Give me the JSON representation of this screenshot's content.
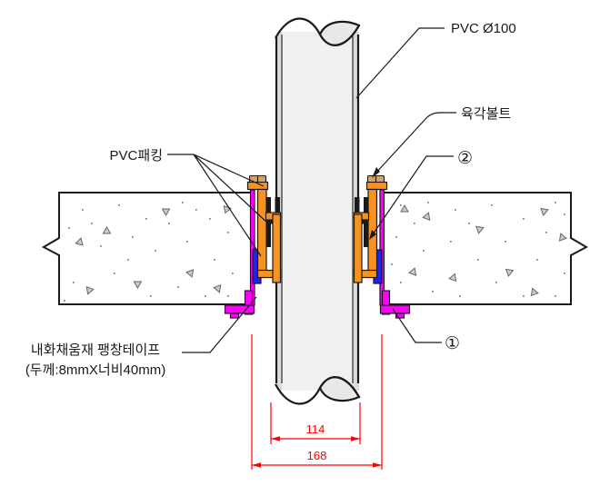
{
  "diagram": {
    "labels": {
      "pipe": "PVC Ø100",
      "hex_bolt": "육각볼트",
      "pvc_packing": "PVC패킹",
      "fire_filler_line1": "내화채움재 팽창테이프",
      "fire_filler_line2": "(두께:8mmX너비40mm)",
      "callout_1": "①",
      "callout_2": "②"
    },
    "dimensions": {
      "inner_width": "114",
      "outer_width": "168"
    },
    "colors": {
      "line_black": "#1a1a1a",
      "dimension_red": "#ff0000",
      "bracket_orange": "#f7931e",
      "packing_magenta": "#ff00ff",
      "tape_blue": "#2222ee",
      "bolt_tan": "#d2a269",
      "pipe_fill": "#f0f0f0",
      "pipe_wall": "#dbdbdb",
      "concrete_fill": "#ffffff",
      "aggregate_gray": "#777777"
    }
  }
}
